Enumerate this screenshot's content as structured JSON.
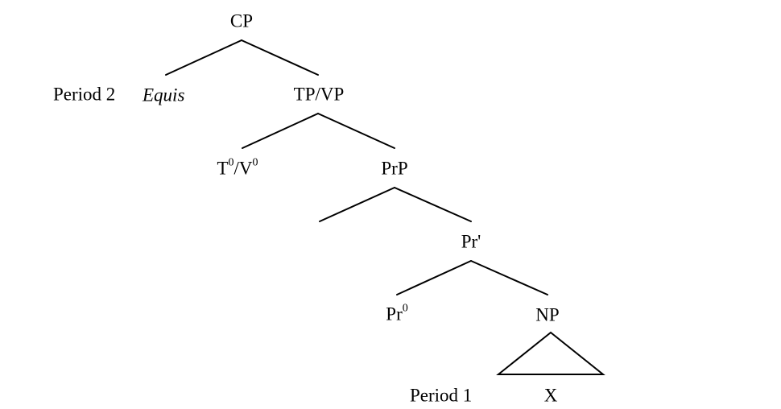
{
  "nodes": {
    "cp": "CP",
    "period2": "Period 2",
    "equis": "Equis",
    "tpvp": "TP/VP",
    "t": "T",
    "t_sup": "0",
    "slash": "/",
    "v": "V",
    "v_sup": "0",
    "prp": "PrP",
    "prbar": "Pr'",
    "pr0": "Pr",
    "pr0_sup": "0",
    "np": "NP",
    "period1": "Period 1",
    "x": "X"
  },
  "colors": {
    "line": "#000000",
    "text": "#000000"
  }
}
